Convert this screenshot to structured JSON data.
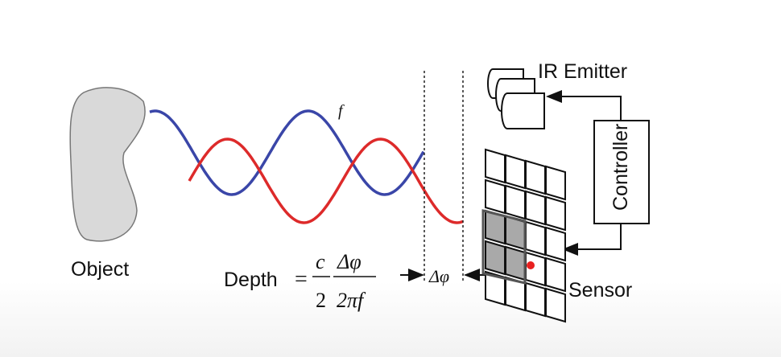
{
  "labels": {
    "object": "Object",
    "ir_emitter": "IR Emitter",
    "controller": "Controller",
    "sensor": "Sensor",
    "frequency": "f",
    "phase_shift": "Δφ"
  },
  "formula": {
    "lhs": "Depth",
    "equals": "=",
    "num1": "c",
    "den1": "2",
    "num2": "Δφ",
    "den2": "2πf"
  },
  "colors": {
    "emitted_wave": "#3a46a8",
    "reflected_wave": "#dd2a2a",
    "object_fill": "#d9d9d9",
    "sensor_cell_lit": "#a9a9a9",
    "sensor_dot": "#e8201f"
  },
  "sensor": {
    "rows": 5,
    "cols": 4,
    "lit_cells": [
      [
        2,
        0
      ],
      [
        2,
        1
      ],
      [
        3,
        0
      ],
      [
        3,
        1
      ]
    ]
  }
}
